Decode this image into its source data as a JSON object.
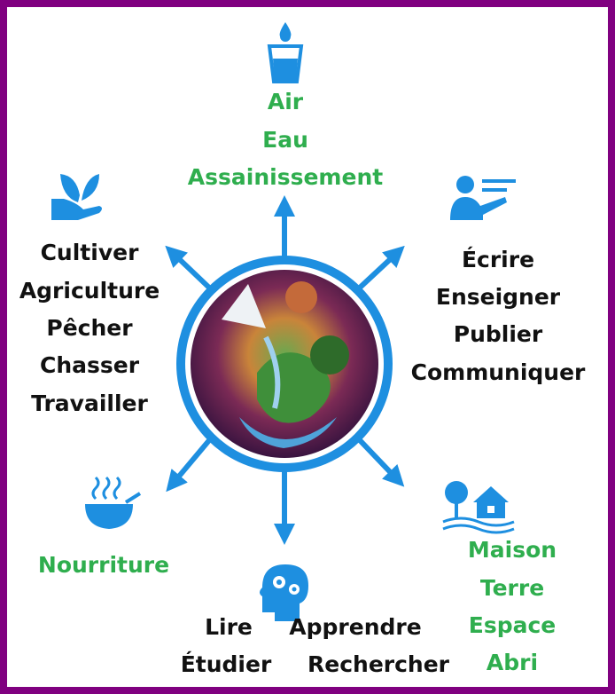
{
  "colors": {
    "frame": "#800080",
    "accent": "#1e8fe0",
    "green": "#2fae4e",
    "text": "#111111"
  },
  "top": {
    "icon": "water-glass-icon",
    "items": [
      "Air",
      "Eau",
      "Assainissement"
    ]
  },
  "top_left": {
    "icon": "plant-in-hand-icon",
    "items": [
      "Cultiver",
      "Agriculture",
      "Pêcher",
      "Chasser",
      "Travailler"
    ]
  },
  "top_right": {
    "icon": "teacher-board-icon",
    "items": [
      "Écrire",
      "Enseigner",
      "Publier",
      "Communiquer"
    ]
  },
  "bottom_left": {
    "icon": "soup-bowl-icon",
    "items": [
      "Nourriture"
    ]
  },
  "bottom_right": {
    "icon": "house-tree-icon",
    "items": [
      "Maison",
      "Terre",
      "Espace",
      "Abri"
    ]
  },
  "bottom": {
    "icon": "head-gears-icon",
    "left_items": [
      "Lire",
      "Étudier"
    ],
    "right_items": [
      "Apprendre",
      "Rechercher"
    ]
  }
}
